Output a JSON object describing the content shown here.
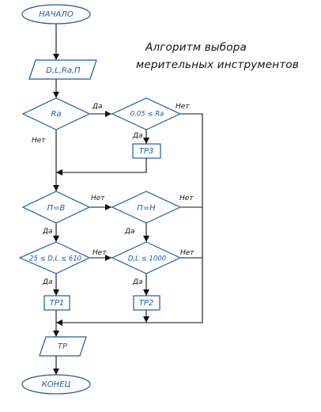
{
  "title": {
    "line1": "Алгоритм выбора",
    "line2": "мерительных инструментов"
  },
  "nodes": {
    "start": "НАЧАЛО",
    "input": "D,L,Ra,П",
    "dec_ra": "Ra",
    "dec_range": "0,05 ≤ Ra",
    "tr3": "ТР3",
    "dec_pb": "П=В",
    "dec_ph": "П=Н",
    "dec_dl_small": "25 ≤ D,L ≤ 610",
    "dec_dl_large": "D,L ≤ 1000",
    "tr1": "ТР1",
    "tr2": "ТР2",
    "output": "ТР",
    "end": "КОНЕЦ"
  },
  "edge_labels": {
    "yes": "Да",
    "no": "Нет"
  }
}
